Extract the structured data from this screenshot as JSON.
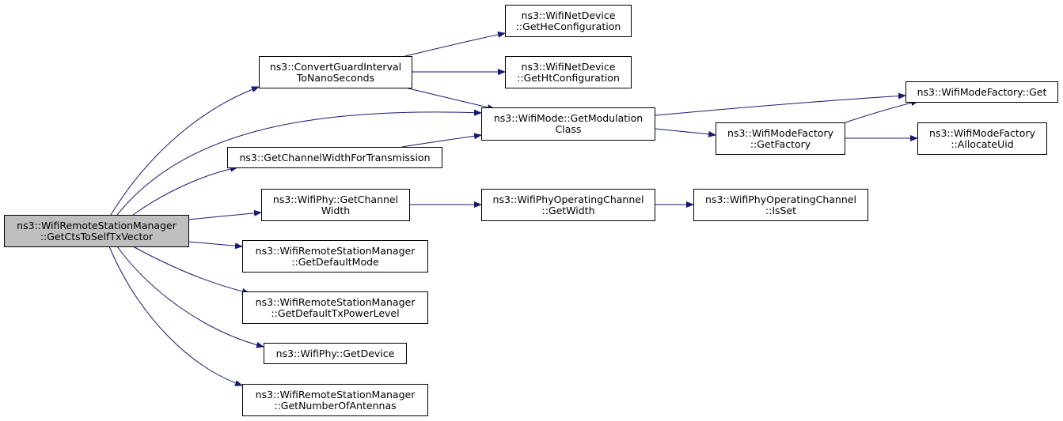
{
  "colors": {
    "edge": "#191970",
    "node_border": "#000000",
    "root_fill": "#bfbfbf",
    "node_fill": "#ffffff"
  },
  "nodes": {
    "root": {
      "line1": "ns3::WifiRemoteStationManager",
      "line2": "::GetCtsToSelfTxVector"
    },
    "convert_guard_interval": {
      "line1": "ns3::ConvertGuardInterval",
      "line2": "ToNanoSeconds"
    },
    "get_channel_width_for_transmission": {
      "line1": "ns3::GetChannelWidthForTransmission"
    },
    "phy_get_channel_width": {
      "line1": "ns3::WifiPhy::GetChannel",
      "line2": "Width"
    },
    "get_default_mode": {
      "line1": "ns3::WifiRemoteStationManager",
      "line2": "::GetDefaultMode"
    },
    "get_default_tx_power_level": {
      "line1": "ns3::WifiRemoteStationManager",
      "line2": "::GetDefaultTxPowerLevel"
    },
    "phy_get_device": {
      "line1": "ns3::WifiPhy::GetDevice"
    },
    "get_number_of_antennas": {
      "line1": "ns3::WifiRemoteStationManager",
      "line2": "::GetNumberOfAntennas"
    },
    "get_he_configuration": {
      "line1": "ns3::WifiNetDevice",
      "line2": "::GetHeConfiguration"
    },
    "get_ht_configuration": {
      "line1": "ns3::WifiNetDevice",
      "line2": "::GetHtConfiguration"
    },
    "get_modulation_class": {
      "line1": "ns3::WifiMode::GetModulation",
      "line2": "Class"
    },
    "operating_channel_get_width": {
      "line1": "ns3::WifiPhyOperatingChannel",
      "line2": "::GetWidth"
    },
    "operating_channel_is_set": {
      "line1": "ns3::WifiPhyOperatingChannel",
      "line2": "::IsSet"
    },
    "mode_factory_get_factory": {
      "line1": "ns3::WifiModeFactory",
      "line2": "::GetFactory"
    },
    "mode_factory_get": {
      "line1": "ns3::WifiModeFactory::Get"
    },
    "mode_factory_allocate_uid": {
      "line1": "ns3::WifiModeFactory",
      "line2": "::AllocateUid"
    }
  },
  "edges": [
    [
      "root",
      "convert_guard_interval"
    ],
    [
      "root",
      "get_modulation_class"
    ],
    [
      "root",
      "get_channel_width_for_transmission"
    ],
    [
      "root",
      "phy_get_channel_width"
    ],
    [
      "root",
      "get_default_mode"
    ],
    [
      "root",
      "get_default_tx_power_level"
    ],
    [
      "root",
      "phy_get_device"
    ],
    [
      "root",
      "get_number_of_antennas"
    ],
    [
      "convert_guard_interval",
      "get_he_configuration"
    ],
    [
      "convert_guard_interval",
      "get_ht_configuration"
    ],
    [
      "convert_guard_interval",
      "get_modulation_class"
    ],
    [
      "get_channel_width_for_transmission",
      "get_modulation_class"
    ],
    [
      "phy_get_channel_width",
      "operating_channel_get_width"
    ],
    [
      "operating_channel_get_width",
      "operating_channel_is_set"
    ],
    [
      "get_modulation_class",
      "mode_factory_get"
    ],
    [
      "get_modulation_class",
      "mode_factory_get_factory"
    ],
    [
      "mode_factory_get_factory",
      "mode_factory_get"
    ],
    [
      "mode_factory_get_factory",
      "mode_factory_allocate_uid"
    ]
  ]
}
